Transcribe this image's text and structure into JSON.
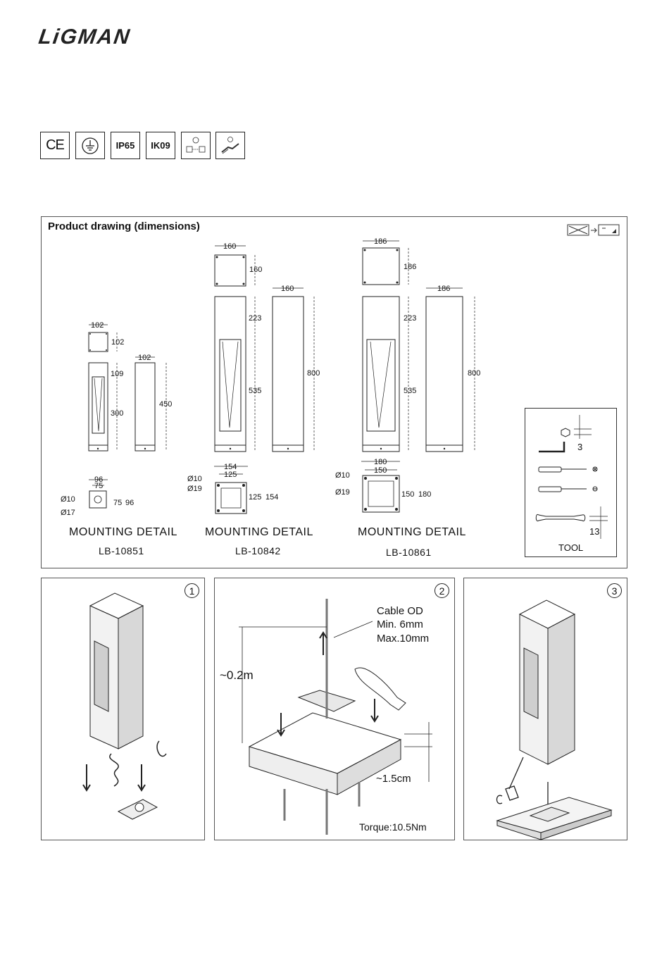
{
  "brand": "LiGMAN",
  "certifications": [
    {
      "icon": "ce-mark-icon",
      "label": "CE"
    },
    {
      "icon": "earth-ground-icon",
      "label": ""
    },
    {
      "icon": "ip-rating",
      "label": "IP65"
    },
    {
      "icon": "ik-rating",
      "label": "IK09"
    },
    {
      "icon": "wiring-icon",
      "label": ""
    },
    {
      "icon": "connector-icon",
      "label": ""
    }
  ],
  "drawing": {
    "title": "Product drawing (dimensions)",
    "small": {
      "top_w": "102",
      "top_h": "102",
      "front_w": "102",
      "upper": "109",
      "lower": "300",
      "total": "450"
    },
    "medium": {
      "top_w": "160",
      "top_h": "160",
      "front_w": "160",
      "upper": "223",
      "lower": "535",
      "total": "800"
    },
    "large": {
      "top_w": "186",
      "top_h": "186",
      "front_w": "186",
      "upper": "223",
      "lower": "535",
      "total": "800"
    },
    "mount_small": {
      "outer": "96",
      "inner": "75",
      "inner_v": "75",
      "outer_v": "96",
      "hole1": "Ø10",
      "hole2": "Ø17"
    },
    "mount_medium": {
      "outer": "154",
      "inner": "125",
      "inner_v": "125",
      "outer_v": "154",
      "hole1": "Ø10",
      "hole2": "Ø19"
    },
    "mount_large": {
      "outer": "180",
      "inner": "150",
      "inner_v": "150",
      "outer_v": "180",
      "hole1": "Ø10",
      "hole2": "Ø19"
    },
    "mounting_label": "MOUNTING DETAIL",
    "codes": [
      "LB-10851",
      "LB-10842",
      "LB-10861"
    ],
    "tool": {
      "label": "TOOL",
      "hex_size": "3",
      "wrench_size": "13"
    }
  },
  "steps": {
    "step1": "1",
    "step2": "2",
    "step3": "3",
    "cable_od": "Cable OD",
    "cable_min": "Min. 6mm",
    "cable_max": "Max.10mm",
    "height": "~0.2m",
    "depth": "~1.5cm",
    "torque": "Torque:10.5Nm"
  }
}
